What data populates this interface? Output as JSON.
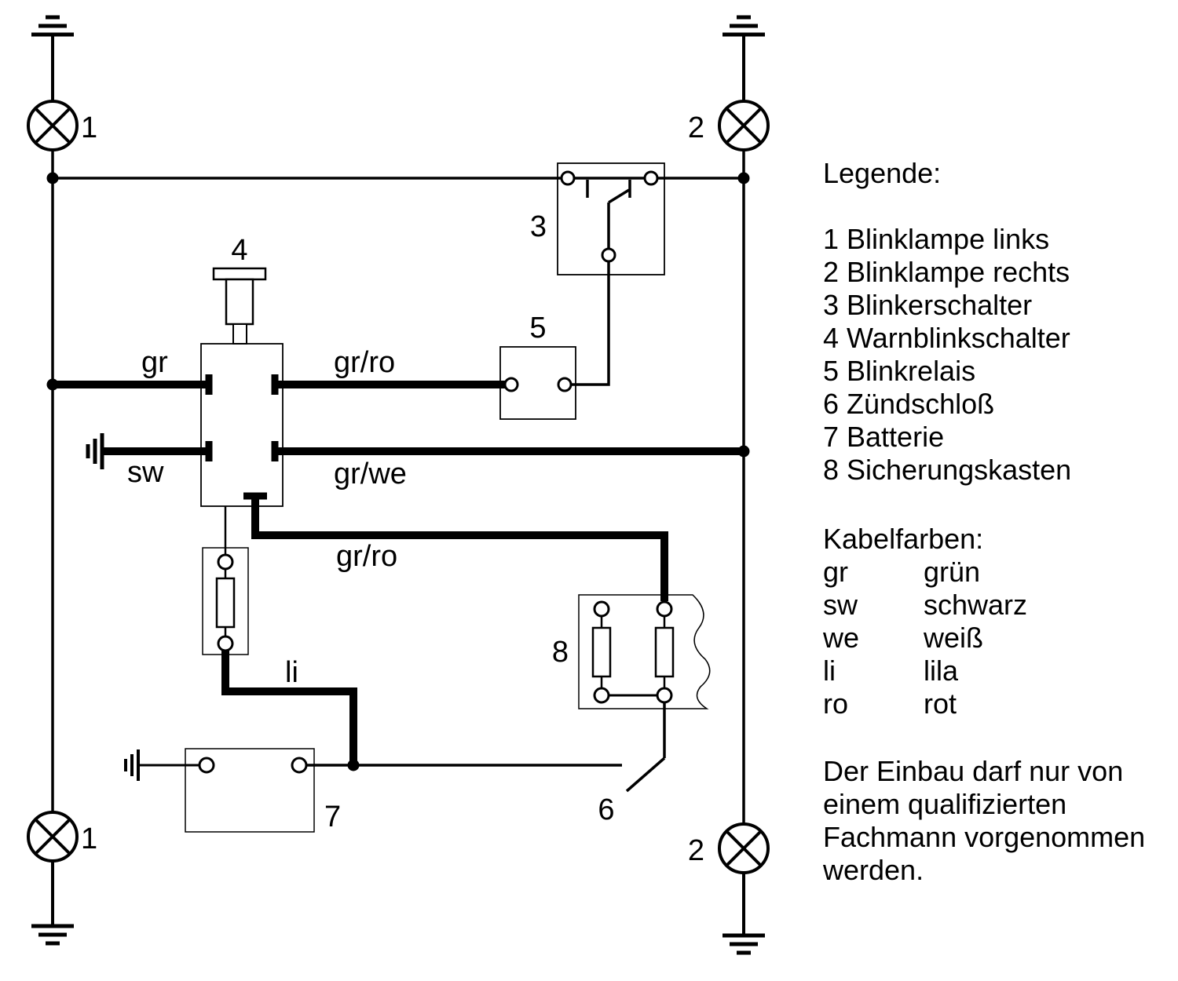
{
  "colors": {
    "ink": "#000000",
    "background": "#ffffff"
  },
  "diagram": {
    "lamps": {
      "left_label": "1",
      "right_label": "2"
    },
    "components": {
      "blinkerschalter_label": "3",
      "warnblinkschalter_label": "4",
      "blinkrelais_label": "5",
      "zuendschloss_label": "6",
      "batterie_label": "7",
      "sicherungskasten_label": "8"
    },
    "wire_labels": {
      "gr": "gr",
      "gr_ro_upper": "gr/ro",
      "sw": "sw",
      "gr_we": "gr/we",
      "gr_ro_lower": "gr/ro",
      "li": "li"
    }
  },
  "legend": {
    "heading": "Legende:",
    "items": [
      "1 Blinklampe links",
      "2 Blinklampe rechts",
      "3 Blinkerschalter",
      "4 Warnblinkschalter",
      "5 Blinkrelais",
      "6 Zündschloß",
      "7 Batterie",
      "8 Sicherungskasten"
    ],
    "colors_heading": "Kabelfarben:",
    "color_codes": [
      {
        "code": "gr",
        "name": "grün"
      },
      {
        "code": "sw",
        "name": "schwarz"
      },
      {
        "code": "we",
        "name": "weiß"
      },
      {
        "code": "li",
        "name": "lila"
      },
      {
        "code": "ro",
        "name": "rot"
      }
    ],
    "note_lines": [
      "Der Einbau darf nur von",
      "einem qualifizierten",
      "Fachmann vorgenommen",
      "werden."
    ]
  }
}
